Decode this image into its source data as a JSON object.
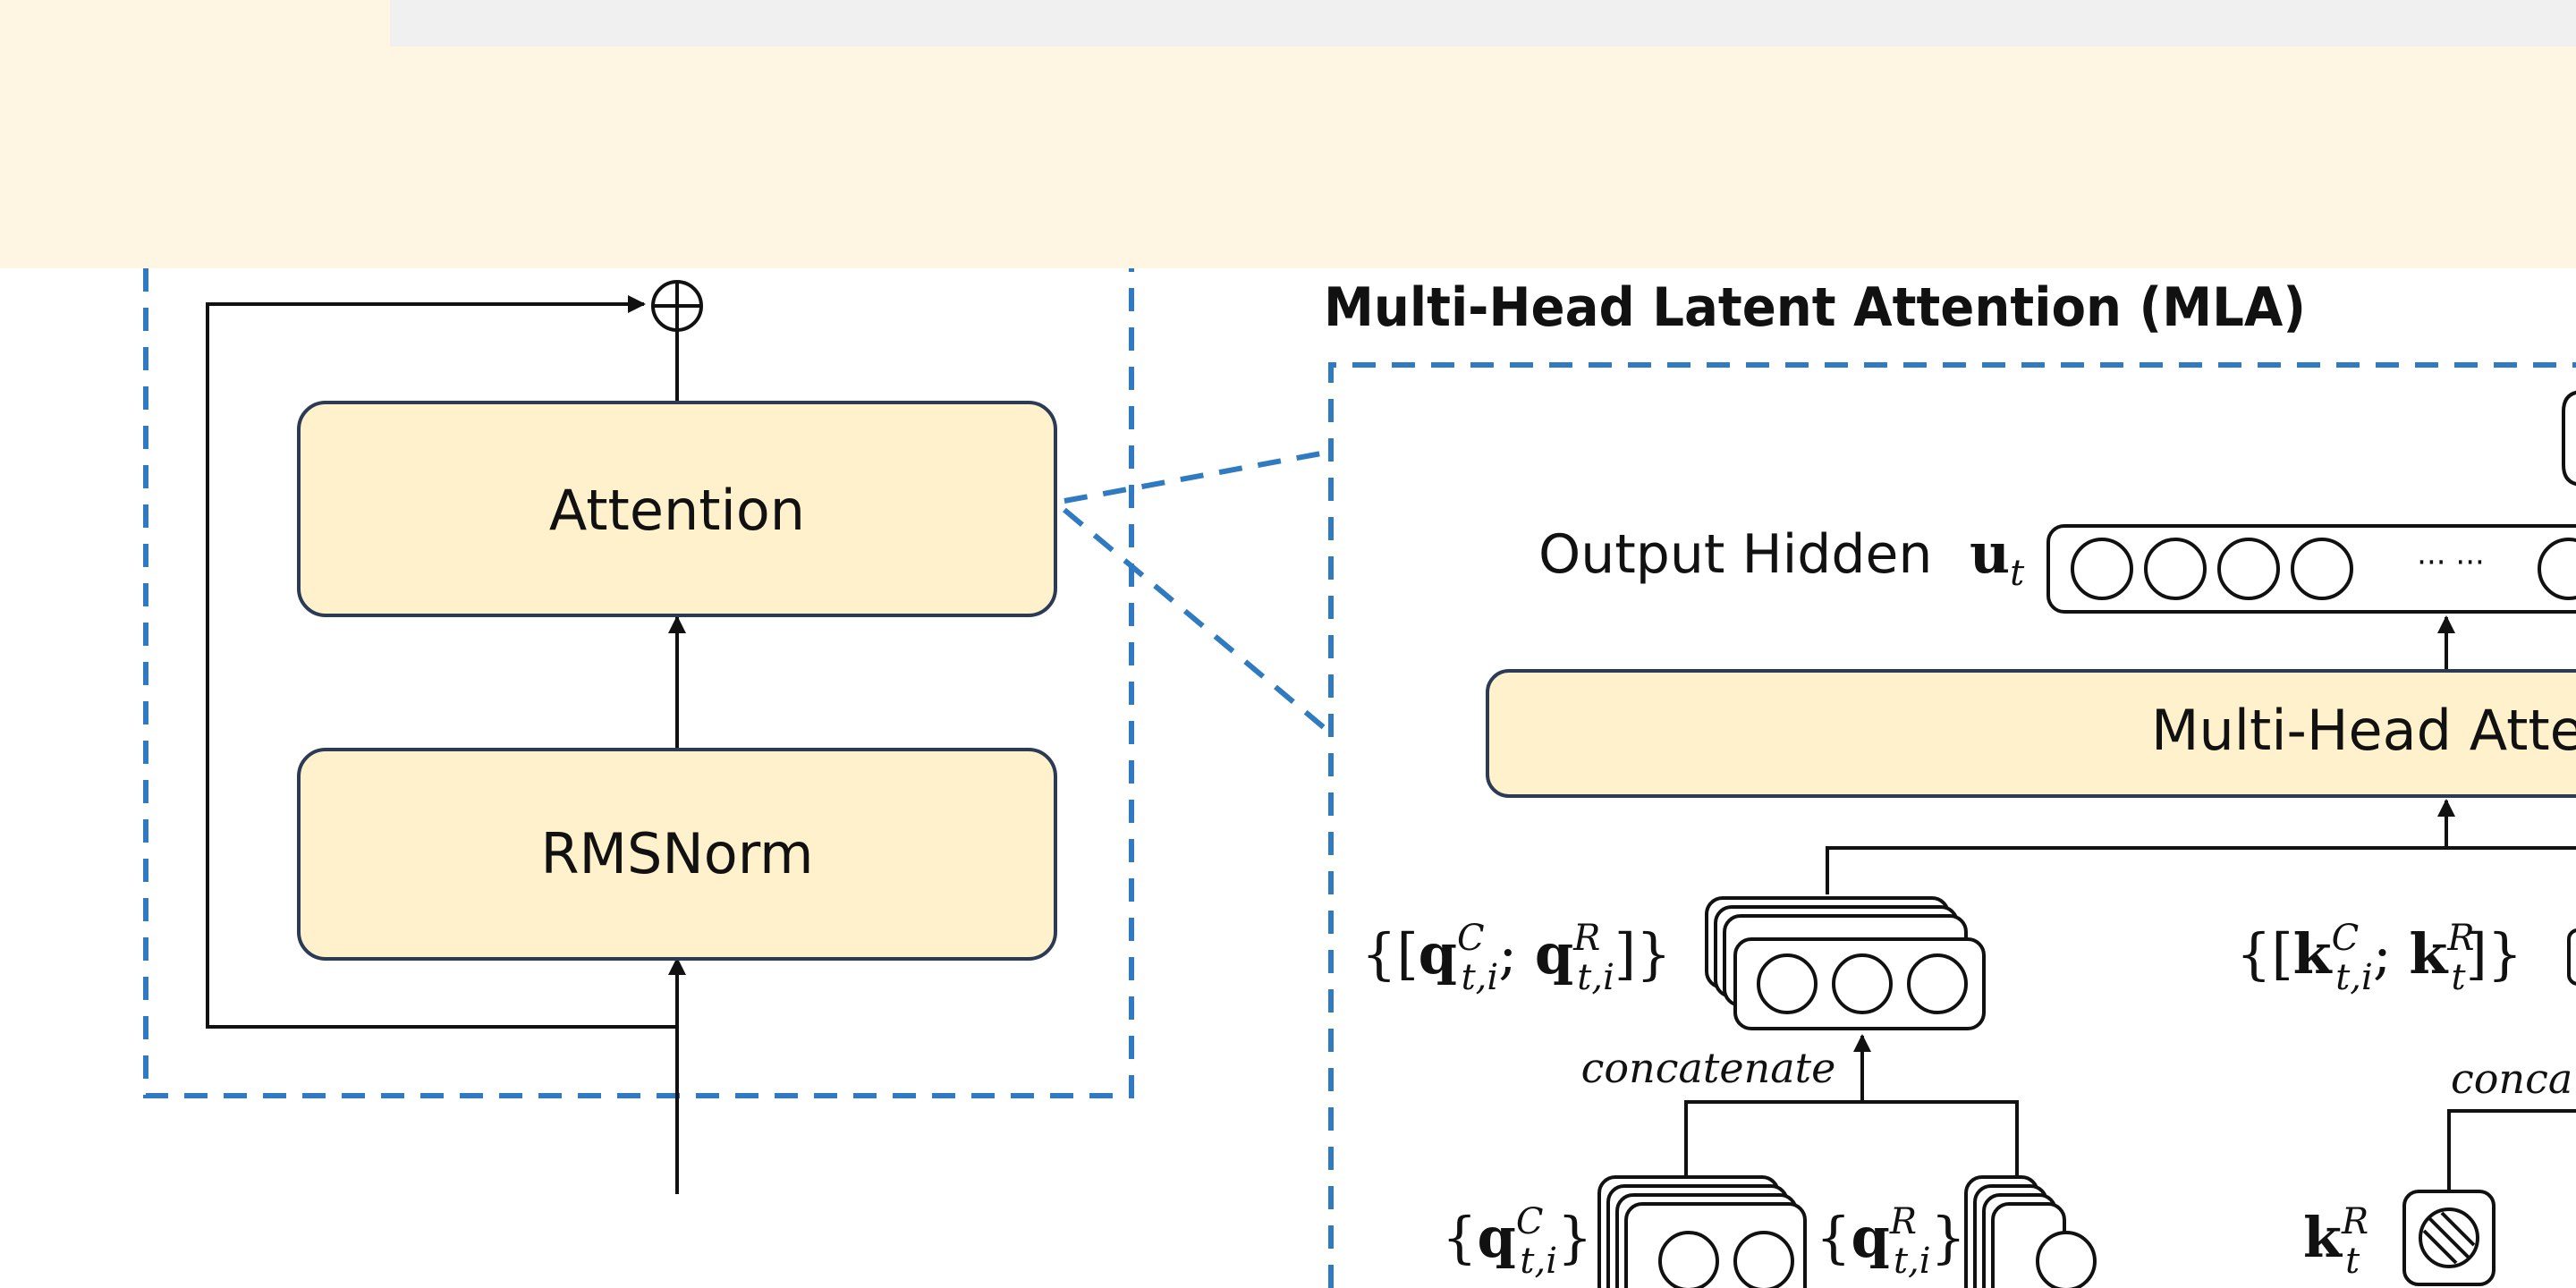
{
  "transformer_block": {
    "attention_label": "Attention",
    "rmsnorm_label": "RMSNorm"
  },
  "mla": {
    "title": "Multi-Head Latent Attention (MLA)",
    "output_hidden_label": "Output Hidden",
    "output_hidden_symbol": "u",
    "output_hidden_sub": "t",
    "mha_box_label": "Multi-Head Atte",
    "concatenate_label": "concatenate",
    "concatenate_label_right": "conca",
    "ellipsis": "··· ···"
  },
  "colors": {
    "box_fill": "#fff1cc",
    "dashed_blue": "#2f7ac0",
    "banner": "#fff5e3",
    "banner_strip": "#f0f0f0"
  }
}
